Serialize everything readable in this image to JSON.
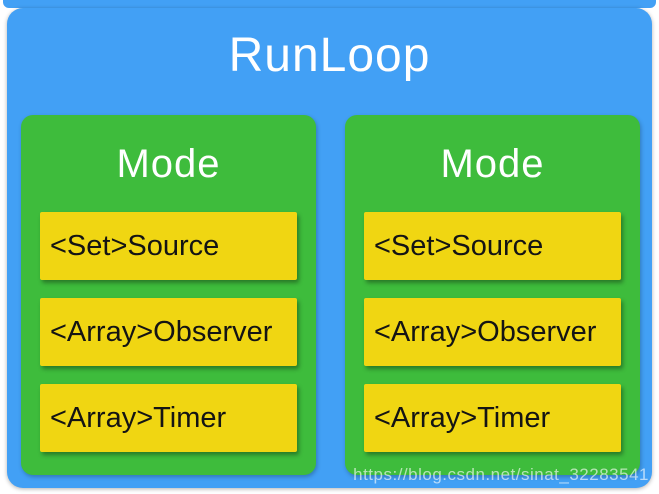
{
  "diagram": {
    "title": "RunLoop",
    "modes": [
      {
        "title": "Mode",
        "items": [
          "<Set>Source",
          "<Array>Observer",
          "<Array>Timer"
        ]
      },
      {
        "title": "Mode",
        "items": [
          "<Set>Source",
          "<Array>Observer",
          "<Array>Timer"
        ]
      }
    ],
    "watermark": "https://blog.csdn.net/sinat_32283541",
    "colors": {
      "blue": "#42A0F5",
      "green": "#3EBC3C",
      "yellow": "#F0D612",
      "text_light": "#FFFFFF",
      "text_dark": "#141414"
    }
  }
}
